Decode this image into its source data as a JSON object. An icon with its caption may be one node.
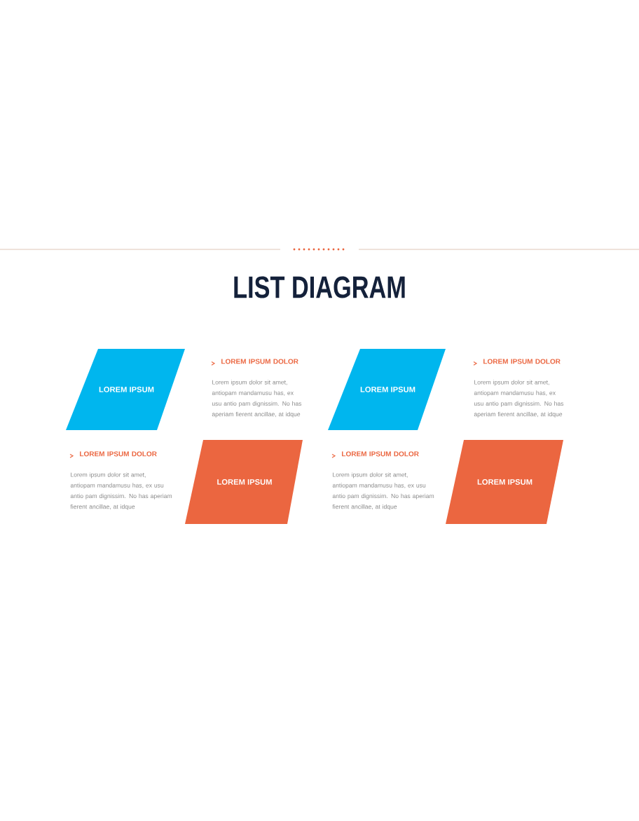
{
  "diagram": {
    "title": "LIST DIAGRAM",
    "nodes": [
      {
        "text": [
          "LOREM IPSUM"
        ],
        "beside": [
          "LOREM IPSUM DOLOR",
          "Lorem ipsum dolor sit amet, antiopam mandamusu has, ex usu antio pam dignissim. No has aperiam fierent ancillae, at idque"
        ]
      },
      {
        "text": [
          "LOREM IPSUM"
        ],
        "beside": [
          "LOREM IPSUM DOLOR",
          "Lorem ipsum dolor sit amet, antiopam mandamusu has, ex usu antio pam dignissim. No has aperiam fierent ancillae, at idque"
        ]
      },
      {
        "text": [
          "LOREM IPSUM"
        ],
        "beside": [
          "LOREM IPSUM DOLOR",
          "Lorem ipsum dolor sit amet, antiopam mandamusu has, ex usu antio pam dignissim. No has aperiam fierent ancillae, at idque"
        ]
      },
      {
        "text": [
          "LOREM IPSUM"
        ],
        "beside": [
          "LOREM IPSUM DOLOR",
          "Lorem ipsum dolor sit amet, antiopam mandamusu has, ex usu antio pam dignissim. No has aperiam fierent ancillae, at idque"
        ]
      }
    ]
  }
}
